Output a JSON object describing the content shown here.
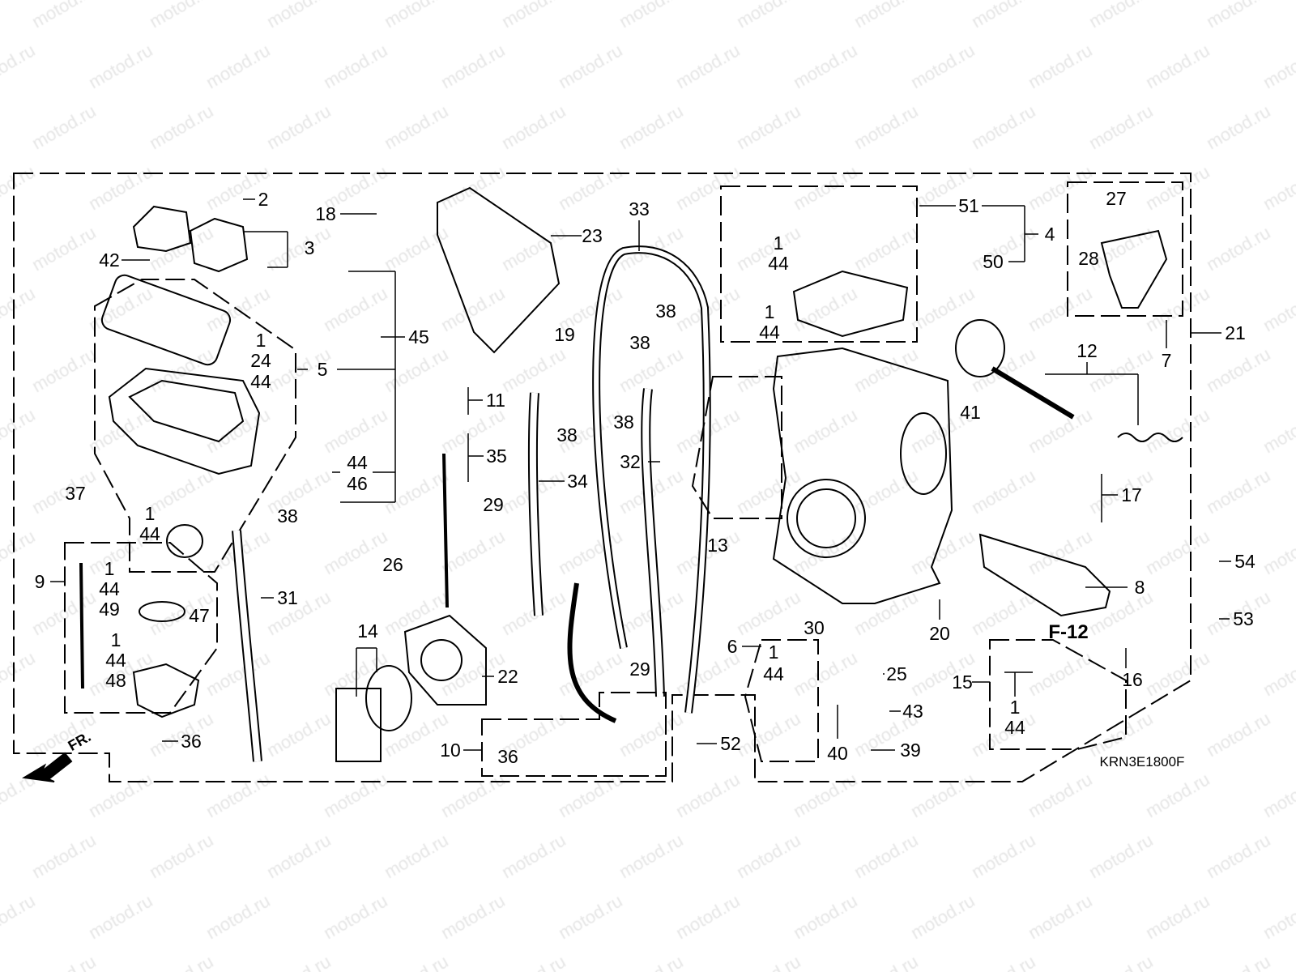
{
  "watermark": "motod.ru",
  "diagram_code": "KRN3E1800F",
  "front_marker": "FR.",
  "reference": "F-12",
  "part_labels": [
    "2",
    "3",
    "42",
    "18",
    "23",
    "33",
    "51",
    "4",
    "27",
    "28",
    "7",
    "21",
    "1",
    "44",
    "50",
    "1",
    "44",
    "1",
    "24",
    "44",
    "45",
    "5",
    "19",
    "38",
    "38",
    "11",
    "38",
    "38",
    "12",
    "41",
    "35",
    "34",
    "32",
    "44",
    "46",
    "37",
    "1",
    "44",
    "38",
    "29",
    "13",
    "17",
    "9",
    "1",
    "44",
    "49",
    "47",
    "31",
    "26",
    "8",
    "54",
    "53",
    "1",
    "44",
    "48",
    "14",
    "22",
    "29",
    "20",
    "30",
    "6",
    "1",
    "44",
    "25",
    "16",
    "15",
    "1",
    "44",
    "43",
    "36",
    "10",
    "36",
    "52",
    "40",
    "39"
  ]
}
